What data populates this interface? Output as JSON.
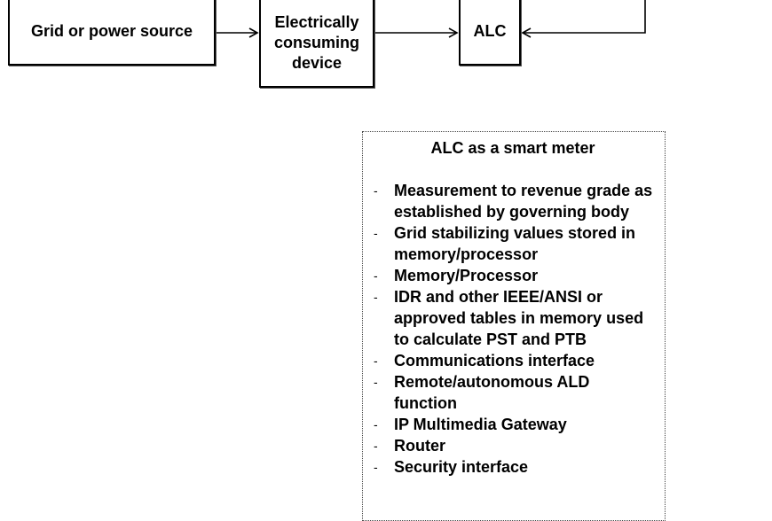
{
  "diagram": {
    "nodes": {
      "grid": {
        "label": "Grid or power source"
      },
      "device": {
        "label": "Electrically\nconsuming\ndevice"
      },
      "alc": {
        "label": "ALC"
      }
    },
    "edges": [
      {
        "from": "grid",
        "to": "device"
      },
      {
        "from": "device",
        "to": "alc"
      },
      {
        "from": "offscreen-right",
        "to": "alc"
      }
    ]
  },
  "info_panel": {
    "title": "ALC as a smart meter",
    "bullet_glyph": "-",
    "items": [
      "Measurement to revenue grade as established by governing body",
      "Grid stabilizing values stored in memory/processor",
      "Memory/Processor",
      "IDR and other IEEE/ANSI or approved tables in memory used to calculate PST and PTB",
      "Communications interface",
      "Remote/autonomous ALD function",
      "IP Multimedia Gateway",
      "Router",
      "Security interface"
    ]
  }
}
